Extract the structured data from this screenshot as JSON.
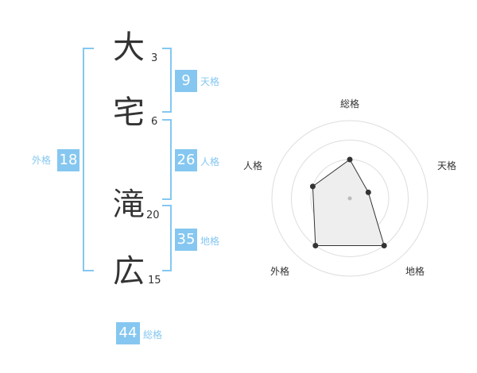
{
  "name": {
    "chars": [
      "大",
      "宅",
      "滝",
      "広"
    ],
    "strokes": [
      "3",
      "6",
      "20",
      "15"
    ]
  },
  "fortunes": {
    "tenkaku": {
      "value": "9",
      "label": "天格"
    },
    "jinkaku": {
      "value": "26",
      "label": "人格"
    },
    "chikaku": {
      "value": "35",
      "label": "地格"
    },
    "gaikaku": {
      "value": "18",
      "label": "外格"
    },
    "soukaku": {
      "value": "44",
      "label": "総格"
    }
  },
  "radar": {
    "labels": [
      "総格",
      "天格",
      "地格",
      "外格",
      "人格"
    ],
    "values": [
      0.5,
      0.25,
      0.75,
      0.75,
      0.5
    ],
    "rings": 4,
    "accent": "#85c7f0"
  }
}
